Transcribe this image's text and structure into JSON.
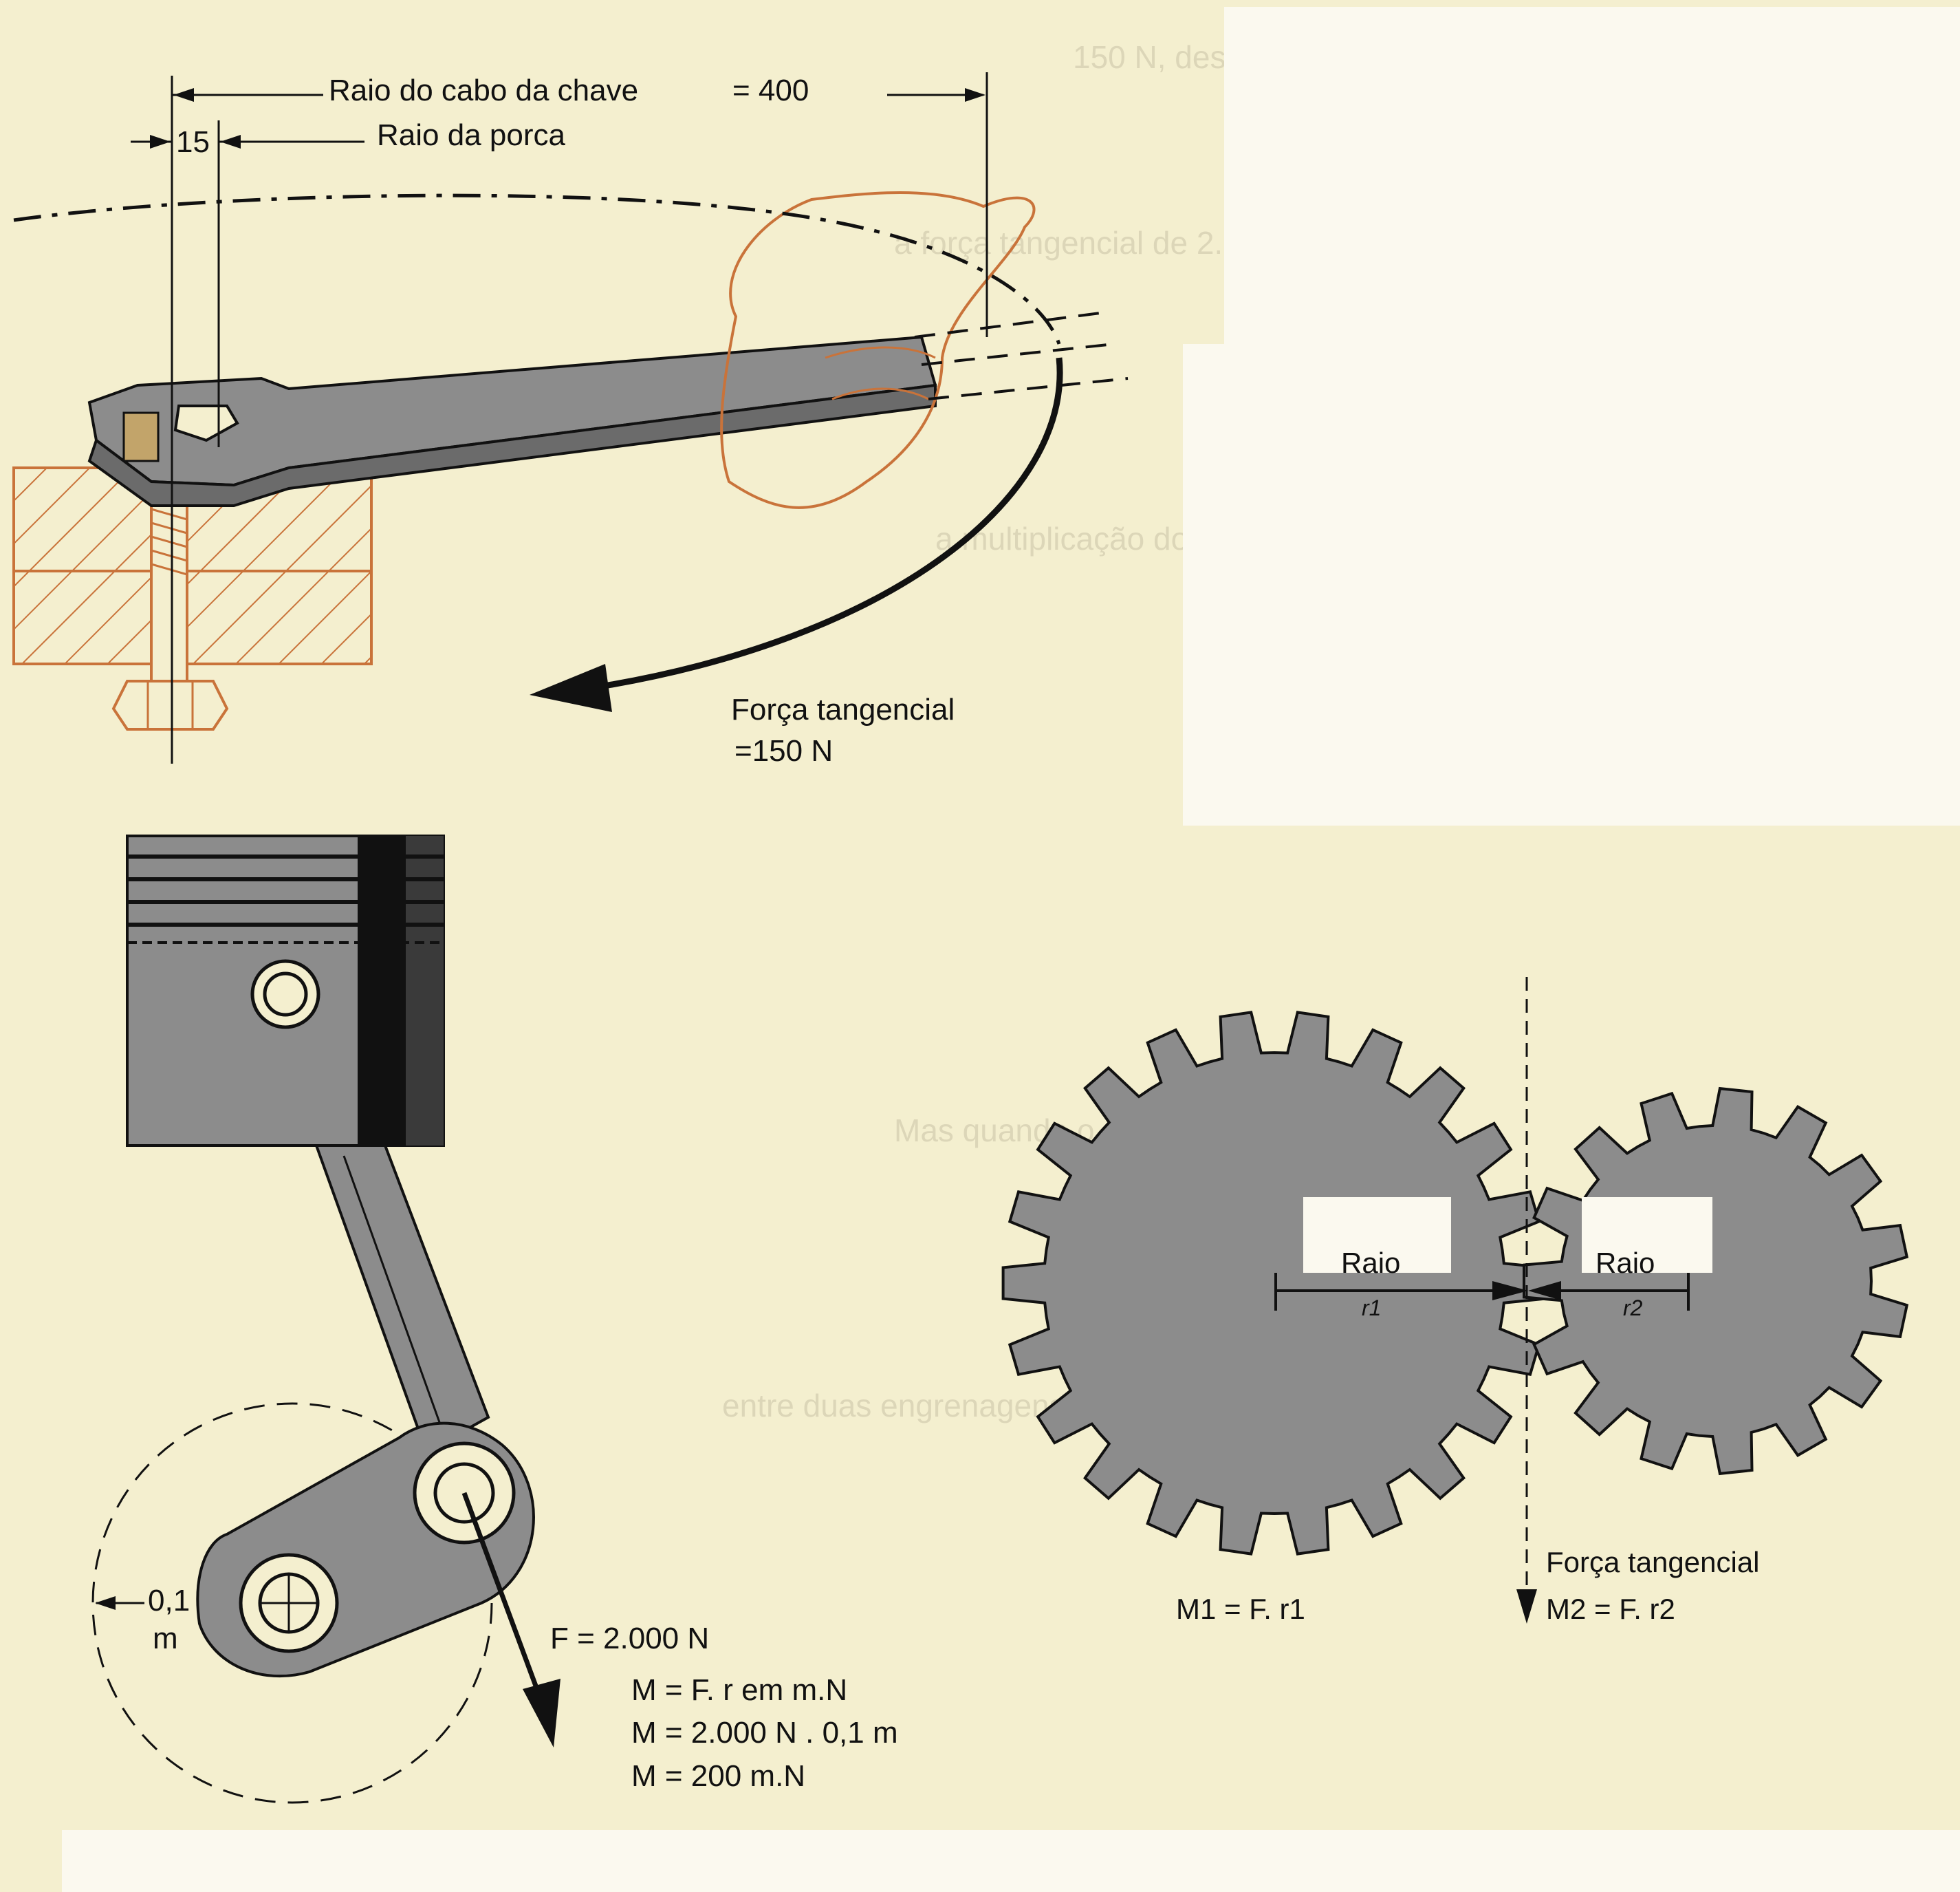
{
  "wrench": {
    "handle_radius_label": "Raio do cabo da chave",
    "handle_radius_value": "= 400",
    "nut_radius_value": "15",
    "nut_radius_label": "Raio da porca",
    "tangential_force_label": "Força tangencial",
    "tangential_force_value": "=150  N"
  },
  "piston": {
    "radius_value": "0,1",
    "radius_unit": "m",
    "force": "F = 2.000 N",
    "formula_1": "M = F. r em m.N",
    "formula_2": "M = 2.000 N . 0,1 m",
    "formula_3": "M = 200 m.N"
  },
  "gears": {
    "left_radius_label": "Raio",
    "left_radius_symbol": "r1",
    "right_radius_label": "Raio",
    "right_radius_symbol": "r2",
    "tangential_force_label": "Força tangencial",
    "left_moment": "M1  = F. r1",
    "right_moment": "M2  = F. r2"
  },
  "colors": {
    "paper": "#f4efcf",
    "steel": "#8c8c8c",
    "hatch": "#c9733a",
    "ink": "#111111"
  }
}
